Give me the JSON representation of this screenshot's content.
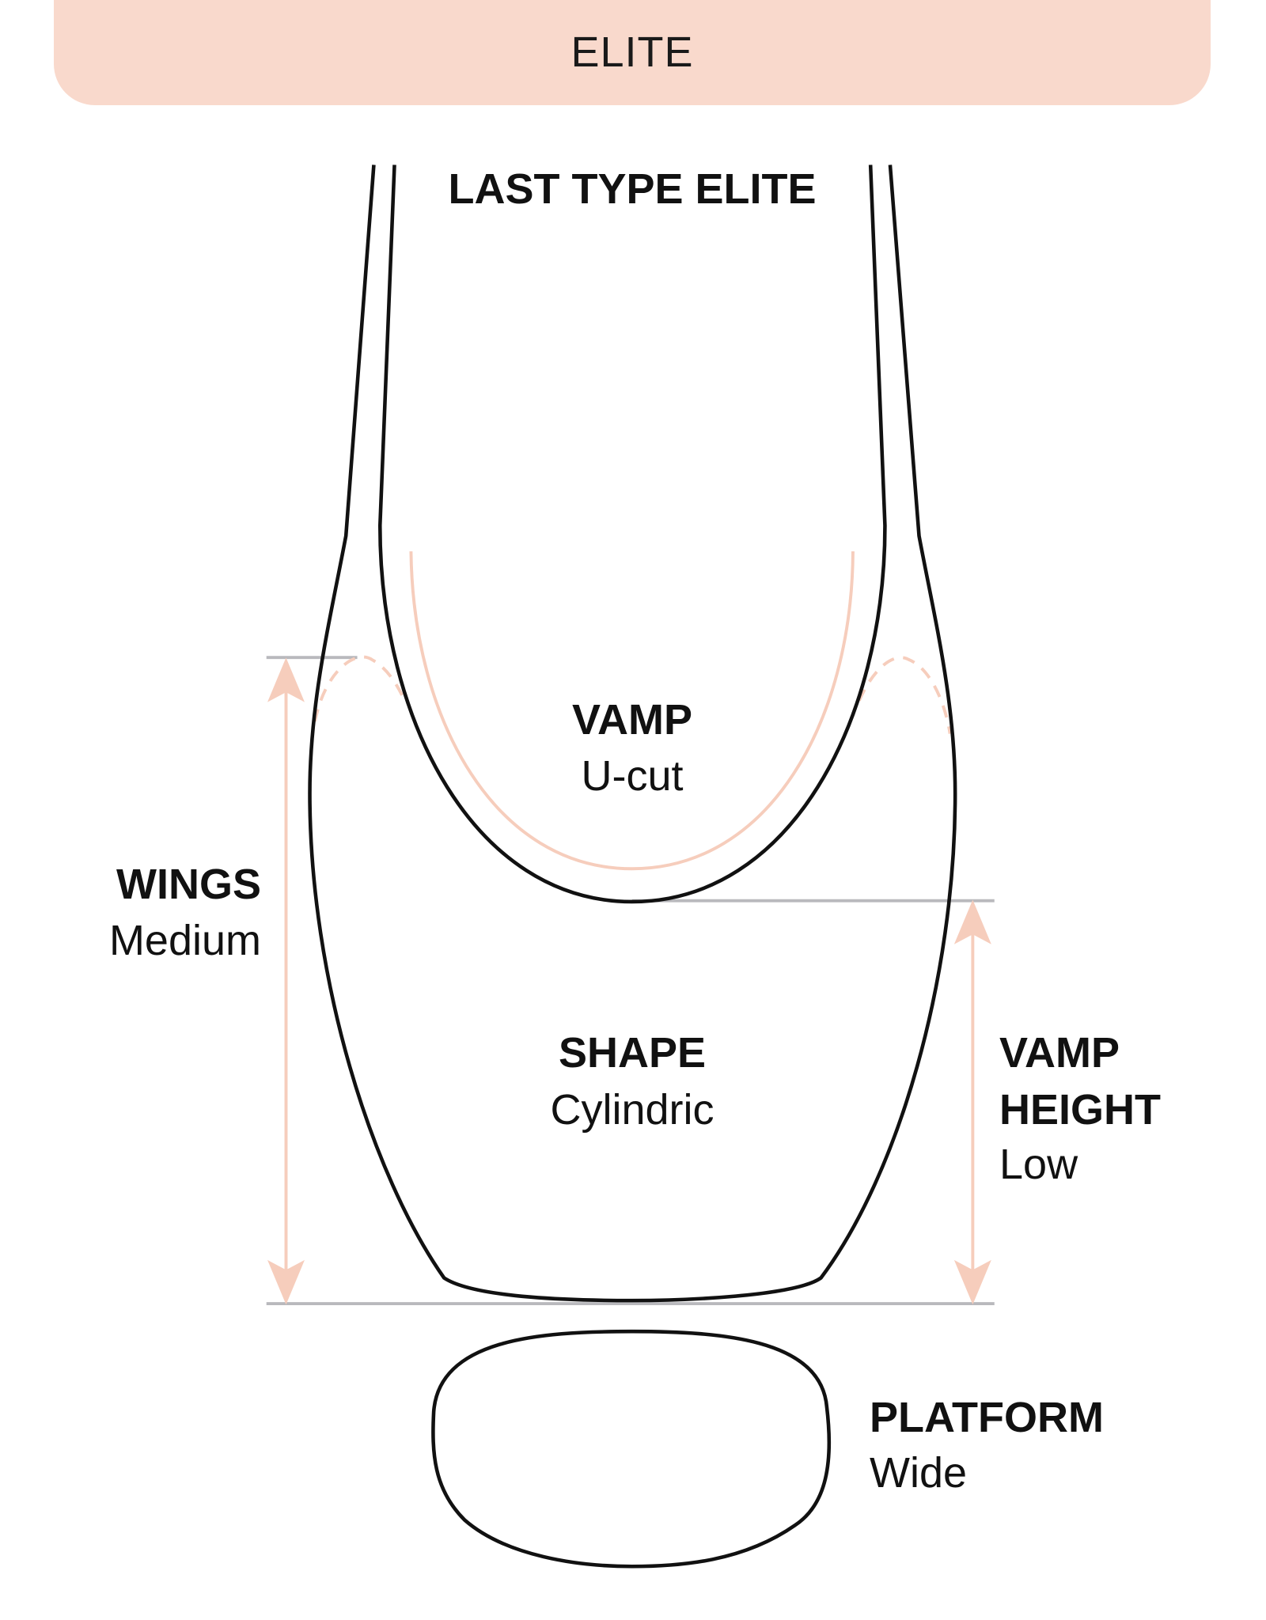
{
  "header": {
    "title": "ELITE"
  },
  "diagram": {
    "title": "LAST TYPE ELITE",
    "vamp": {
      "label": "VAMP",
      "value": "U-cut"
    },
    "wings": {
      "label": "WINGS",
      "value": "Medium"
    },
    "shape": {
      "label": "SHAPE",
      "value": "Cylindric"
    },
    "vamp_height": {
      "label_line1": "VAMP",
      "label_line2": "HEIGHT",
      "value": "Low"
    },
    "platform": {
      "label": "PLATFORM",
      "value": "Wide"
    }
  },
  "colors": {
    "accent": "#f9d9cc",
    "measure": "#f6cdbc",
    "guide": "#b9b9bd",
    "outline": "#111111"
  }
}
